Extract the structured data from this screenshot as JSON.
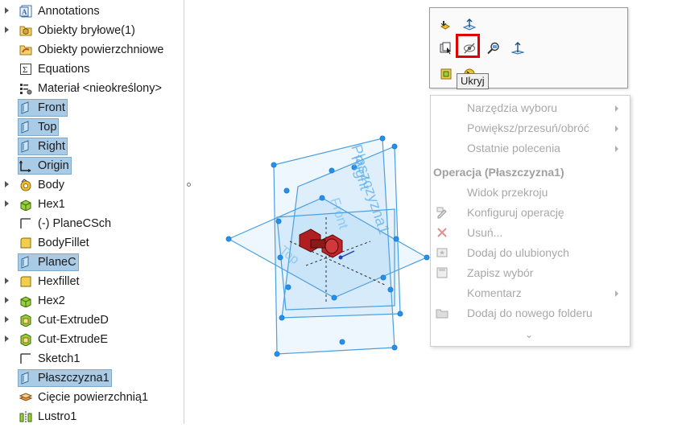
{
  "tree": [
    {
      "label": "Annotations",
      "icon": "annotations-icon",
      "arrow": true,
      "selected": false
    },
    {
      "label": "Obiekty bryłowe(1)",
      "icon": "solid-bodies-folder-icon",
      "arrow": true,
      "selected": false
    },
    {
      "label": "Obiekty powierzchniowe",
      "icon": "surface-bodies-folder-icon",
      "arrow": false,
      "selected": false
    },
    {
      "label": "Equations",
      "icon": "equations-icon",
      "arrow": false,
      "selected": false
    },
    {
      "label": "Materiał <nieokreślony>",
      "icon": "material-icon",
      "arrow": false,
      "selected": false
    },
    {
      "label": "Front",
      "icon": "plane-icon",
      "arrow": false,
      "selected": true
    },
    {
      "label": "Top",
      "icon": "plane-icon",
      "arrow": false,
      "selected": true
    },
    {
      "label": "Right",
      "icon": "plane-icon",
      "arrow": false,
      "selected": true
    },
    {
      "label": "Origin",
      "icon": "origin-icon",
      "arrow": false,
      "selected": true
    },
    {
      "label": "Body",
      "icon": "revolve-feature-icon",
      "arrow": true,
      "selected": false
    },
    {
      "label": "Hex1",
      "icon": "extrude-feature-icon",
      "arrow": true,
      "selected": false
    },
    {
      "label": "(-) PlaneCSch",
      "icon": "sketch-icon",
      "arrow": false,
      "selected": false
    },
    {
      "label": "BodyFillet",
      "icon": "fillet-feature-icon",
      "arrow": false,
      "selected": false
    },
    {
      "label": "PlaneC",
      "icon": "plane-icon",
      "arrow": false,
      "selected": true
    },
    {
      "label": "Hexfillet",
      "icon": "fillet-feature-icon",
      "arrow": true,
      "selected": false
    },
    {
      "label": "Hex2",
      "icon": "extrude-feature-icon",
      "arrow": true,
      "selected": false
    },
    {
      "label": "Cut-ExtrudeD",
      "icon": "cut-extrude-icon",
      "arrow": true,
      "selected": false
    },
    {
      "label": "Cut-ExtrudeE",
      "icon": "cut-extrude-icon",
      "arrow": true,
      "selected": false
    },
    {
      "label": "Sketch1",
      "icon": "sketch-icon",
      "arrow": false,
      "selected": false
    },
    {
      "label": "Płaszczyzna1",
      "icon": "plane-icon",
      "arrow": false,
      "selected": true
    },
    {
      "label": "Cięcie powierzchnią1",
      "icon": "surface-cut-icon",
      "arrow": false,
      "selected": false
    },
    {
      "label": "Lustro1",
      "icon": "mirror-feature-icon",
      "arrow": false,
      "selected": false
    }
  ],
  "viewport": {
    "plane_label_right": "Right",
    "plane_label_p1": "Płaszczyzna1",
    "plane_label_front": "Front",
    "plane_label_top": "Top"
  },
  "toolbar": {
    "tooltip": "Ukryj",
    "buttons": [
      "edit-feature-icon",
      "normal-to-icon",
      "select-other-icon",
      "hide-icon",
      "zoom-to-selection-icon",
      "normal-axis-icon",
      "appearance-icon",
      "rebuild-icon"
    ]
  },
  "menu": {
    "items_top": [
      {
        "label": "Narzędzia wyboru",
        "sub": true
      },
      {
        "label": "Powiększ/przesuń/obróć",
        "sub": true
      },
      {
        "label": "Ostatnie polecenia",
        "sub": true
      }
    ],
    "header": "Operacja (Płaszczyzna1)",
    "items": [
      {
        "label": "Widok przekroju",
        "sub": false,
        "icon": ""
      },
      {
        "label": "Konfiguruj operację",
        "sub": false,
        "icon": "configure-icon"
      },
      {
        "label": "Usuń...",
        "sub": false,
        "icon": "delete-icon"
      },
      {
        "label": "Dodaj do ulubionych",
        "sub": false,
        "icon": "favorites-icon"
      },
      {
        "label": "Zapisz wybór",
        "sub": false,
        "icon": "save-selection-icon"
      },
      {
        "label": "Komentarz",
        "sub": true,
        "icon": ""
      },
      {
        "label": "Dodaj do nowego folderu",
        "sub": false,
        "icon": "folder-icon"
      }
    ],
    "more": "⌄"
  },
  "colors": {
    "selection": "#a9cbe6",
    "plane": "#5aaee8",
    "highlight": "#e00000"
  }
}
